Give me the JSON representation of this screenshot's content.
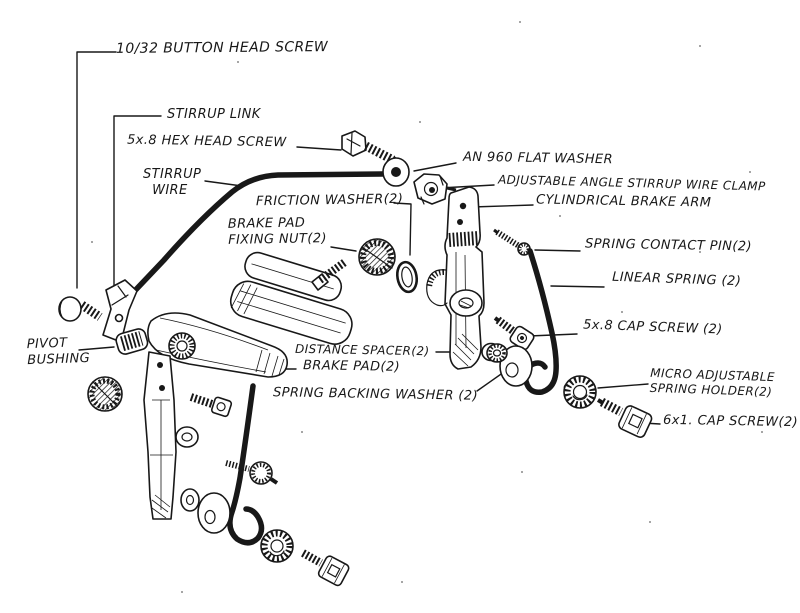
{
  "colors": {
    "ink": "#181818",
    "paper": "#ffffff"
  },
  "diagram_type": "hand-drawn exploded parts diagram of a cantilever bicycle brake assembly",
  "labels": [
    {
      "id": "button-head-screw",
      "text": "10/32 BUTTON HEAD SCREW"
    },
    {
      "id": "stirrup-link",
      "text": "STIRRUP LINK"
    },
    {
      "id": "hex-head-screw",
      "text": "5x.8 HEX HEAD SCREW"
    },
    {
      "id": "stirrup-wire",
      "text": "STIRRUP\n  WIRE"
    },
    {
      "id": "flat-washer",
      "text": "AN 960 FLAT WASHER"
    },
    {
      "id": "stirrup-wire-clamp",
      "text": "ADJUSTABLE ANGLE STIRRUP WIRE CLAMP"
    },
    {
      "id": "cylindrical-brake-arm",
      "text": "CYLINDRICAL BRAKE ARM"
    },
    {
      "id": "friction-washer",
      "text": "FRICTION WASHER(2)"
    },
    {
      "id": "brake-pad-fixing-nut",
      "text": "BRAKE PAD\nFIXING NUT(2)"
    },
    {
      "id": "spring-contact-pin",
      "text": "SPRING CONTACT PIN(2)"
    },
    {
      "id": "linear-spring",
      "text": "LINEAR SPRING (2)"
    },
    {
      "id": "cap-screw-5x8",
      "text": "5x.8 CAP SCREW (2)"
    },
    {
      "id": "pivot-bushing",
      "text": "PIVOT\nBUSHING"
    },
    {
      "id": "distance-spacer",
      "text": "DISTANCE SPACER(2)"
    },
    {
      "id": "brake-pad",
      "text": "BRAKE PAD(2)"
    },
    {
      "id": "spring-backing-washer",
      "text": "SPRING BACKING WASHER (2)"
    },
    {
      "id": "micro-spring-holder",
      "text": "MICRO ADJUSTABLE\nSPRING HOLDER(2)"
    },
    {
      "id": "cap-screw-6x1",
      "text": "6x1. CAP SCREW(2)"
    }
  ]
}
